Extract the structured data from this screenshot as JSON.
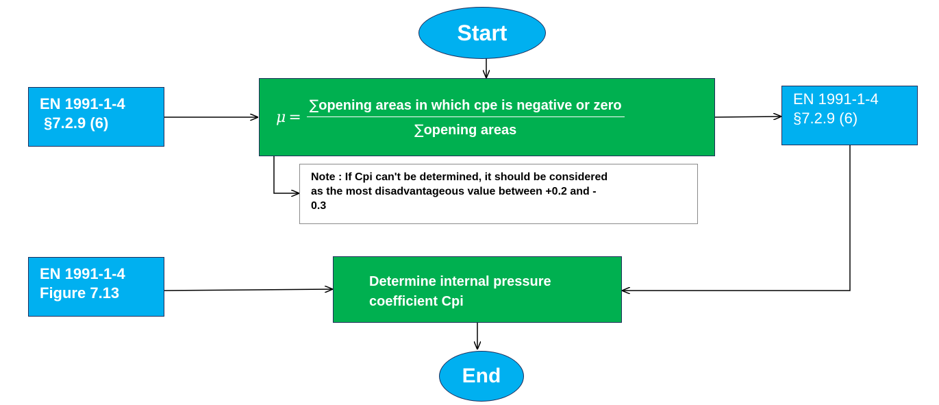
{
  "nodes": {
    "start": {
      "label": "Start"
    },
    "end": {
      "label": "End"
    },
    "ref_top_left": {
      "line1": "EN 1991-1-4",
      "line2": " §7.2.9 (6)"
    },
    "ref_top_right": {
      "line1": "EN 1991-1-4",
      "line2": "§7.2.9 (6)"
    },
    "ref_bottom_left": {
      "line1": "EN 1991-1-4",
      "line2": "Figure 7.13"
    },
    "formula": {
      "symbol": "μ",
      "equals": "=",
      "sigma": "∑",
      "numerator": "opening areas in which cpe is negative or zero",
      "denominator": "opening areas"
    },
    "note": {
      "line1": "Note : If Cpi can't be determined, it should be considered",
      "line2": "as the most disadvantageous value between +0.2 and -",
      "line3": "0.3"
    },
    "action": {
      "line1": "Determine internal pressure",
      "line2": "coefficient Cpi"
    }
  },
  "colors": {
    "reference_box": "#00b0f0",
    "process_box": "#00b050",
    "border": "#1f2d5a",
    "arrow": "#000000"
  }
}
